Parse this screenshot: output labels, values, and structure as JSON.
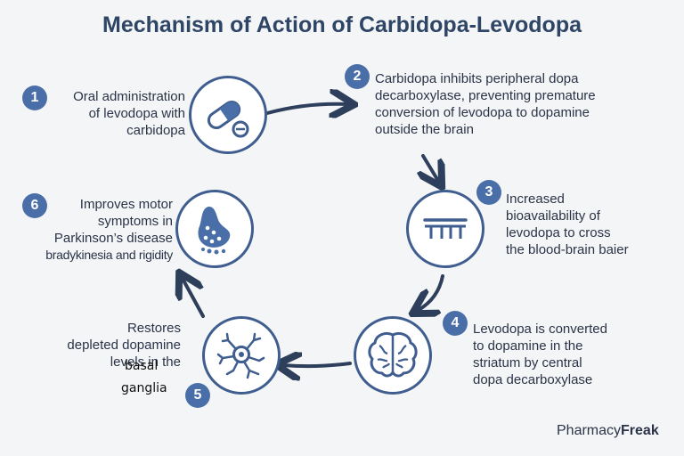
{
  "title": "Mechanism of Action of Carbidopa-Levodopa",
  "steps": [
    {
      "number": "1",
      "icon": "pill-icon",
      "lines": [
        "Oral administration",
        "of levodopa with",
        "carbidopa"
      ]
    },
    {
      "number": "2",
      "icon": "",
      "lines": [
        "Carbidopa inhibits peripheral dopa",
        "decarboxylase, preventing premature",
        "conversion of levodopa to dopamine",
        "outside the brain"
      ]
    },
    {
      "number": "3",
      "icon": "barrier-icon",
      "lines": [
        "Increased",
        "bioavailability of",
        "levodopa to cross",
        "the blood-brain baier"
      ]
    },
    {
      "number": "4",
      "icon": "brain-icon",
      "lines": [
        "Levodopa is converted",
        "to dopamine in the",
        "striatum by central",
        "dopa decarboxylase"
      ]
    },
    {
      "number": "5",
      "icon": "neuron-icon",
      "lines": [
        "Restores",
        "depleted dopamine",
        "levels in the",
        "basal",
        "ganglia"
      ]
    },
    {
      "number": "6",
      "icon": "substantia-nigra-icon",
      "lines": [
        "Improves motor",
        "symptoms in",
        "Parkinson’s disease",
        "bradykinesia and rigidity"
      ]
    }
  ],
  "brand": {
    "part1": "Pharmacy",
    "part2": "Freak"
  },
  "colors": {
    "accent": "#3f5e8f",
    "badge": "#4a6fa8",
    "arrow": "#2e3f5c",
    "background": "#f4f5f7"
  }
}
